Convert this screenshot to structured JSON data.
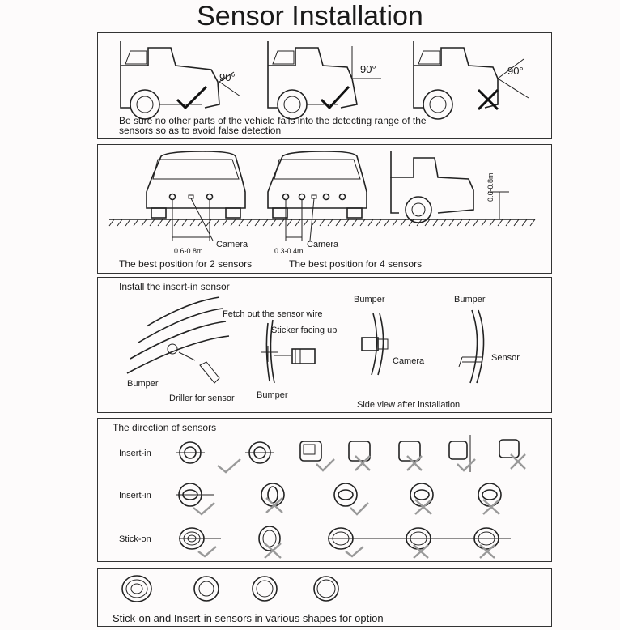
{
  "title": "Sensor Installation",
  "panel1": {
    "angle_labels": [
      "90°",
      "90°",
      "90°"
    ],
    "caption_line1": "Be sure no other parts of the vehicle falls into the detecting range of the",
    "caption_line2": "sensors so as to avoid false detection"
  },
  "panel2": {
    "dist_2": "0.6-0.8m",
    "camera_2": "Camera",
    "dist_4": "0.3-0.4m",
    "camera_4": "Camera",
    "height": "0.6-0.8m",
    "caption_2": "The best position for 2 sensors",
    "caption_4": "The best position for 4 sensors"
  },
  "panel3": {
    "heading": "Install the insert-in sensor",
    "fetch_wire": "Fetch out the sensor wire",
    "sticker": "Sticker facing up",
    "bumper_left": "Bumper",
    "driller": "Driller for sensor",
    "bumper_mid": "Bumper",
    "bumper_right1": "Bumper",
    "bumper_right2": "Bumper",
    "camera": "Camera",
    "sensor": "Sensor",
    "side_view": "Side view after installation"
  },
  "panel4": {
    "heading": "The direction of sensors",
    "row1": "Insert-in",
    "row2": "Insert-in",
    "row3": "Stick-on"
  },
  "panel5": {
    "caption": "Stick-on and Insert-in sensors in various shapes for option"
  }
}
